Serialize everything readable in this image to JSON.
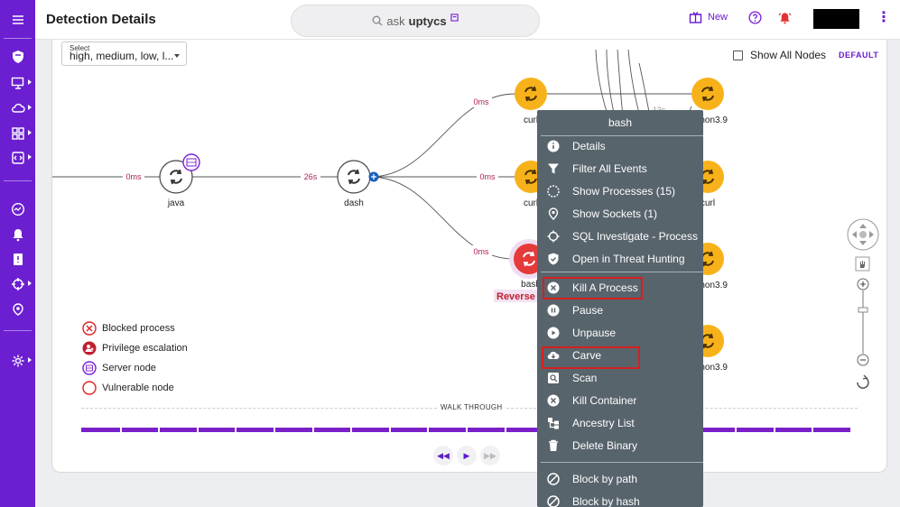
{
  "header": {
    "title": "Detection Details",
    "search": {
      "prefix": "ask",
      "brand": "uptycs"
    },
    "new_label": "New"
  },
  "sidebar": {
    "items": [
      {
        "icon": "menu-icon"
      },
      {
        "icon": "shield-icon"
      },
      {
        "icon": "monitor-icon"
      },
      {
        "icon": "cloud-icon"
      },
      {
        "icon": "grid-icon"
      },
      {
        "icon": "code-icon"
      },
      {
        "icon": "activity-icon"
      },
      {
        "icon": "bell-icon"
      },
      {
        "icon": "clipboard-icon"
      },
      {
        "icon": "crosshair-icon"
      },
      {
        "icon": "fingerprint-icon"
      },
      {
        "icon": "settings-icon"
      }
    ]
  },
  "filter": {
    "label": "Select",
    "value": "high, medium, low, l..."
  },
  "toolbar": {
    "show_all_nodes": "Show All Nodes",
    "default_label": "DEFAULT"
  },
  "graph": {
    "nodes": {
      "java": "java",
      "dash": "dash",
      "curl1": "curl",
      "curl2": "curl",
      "bash": "bash",
      "python1": "python3.9",
      "curl3": "curl",
      "python2": "python3.9",
      "python3": "python3.9",
      "reverse": "Reverse"
    },
    "edges": {
      "e1": "0ms",
      "e2": "26s",
      "e3": "0ms",
      "e4": "0ms",
      "e5": "0ms",
      "e6": "13s",
      "e7": "13s"
    }
  },
  "legend": {
    "blocked": "Blocked process",
    "privilege": "Privilege escalation",
    "server": "Server node",
    "vulnerable": "Vulnerable node"
  },
  "walkthrough": {
    "label": "WALK THROUGH"
  },
  "context_menu": {
    "title": "bash",
    "items": [
      {
        "label": "Details",
        "icon": "info-icon"
      },
      {
        "label": "Filter All Events",
        "icon": "filter-icon"
      },
      {
        "label": "Show Processes (15)",
        "icon": "spinner-icon"
      },
      {
        "label": "Show Sockets (1)",
        "icon": "location-icon"
      },
      {
        "label": "SQL Investigate - Process",
        "icon": "crosshair-icon"
      },
      {
        "label": "Open in Threat Hunting",
        "icon": "shield-check-icon"
      },
      {
        "label": "Kill A Process",
        "icon": "close-circle-icon"
      },
      {
        "label": "Pause",
        "icon": "pause-icon"
      },
      {
        "label": "Unpause",
        "icon": "play-icon"
      },
      {
        "label": "Carve",
        "icon": "cloud-download-icon"
      },
      {
        "label": "Scan",
        "icon": "scan-icon"
      },
      {
        "label": "Kill Container",
        "icon": "close-circle-icon"
      },
      {
        "label": "Ancestry List",
        "icon": "tree-icon"
      },
      {
        "label": "Delete Binary",
        "icon": "trash-icon"
      },
      {
        "label": "Block by path",
        "icon": "block-icon"
      },
      {
        "label": "Block by hash",
        "icon": "block-icon"
      }
    ]
  },
  "colors": {
    "brand": "#6b1fd1",
    "node_orange": "#f7b21b",
    "node_red": "#e53a3a",
    "edge_label": "#b01e5a",
    "menu_bg": "#58646c",
    "highlight": "#d61f1f"
  }
}
